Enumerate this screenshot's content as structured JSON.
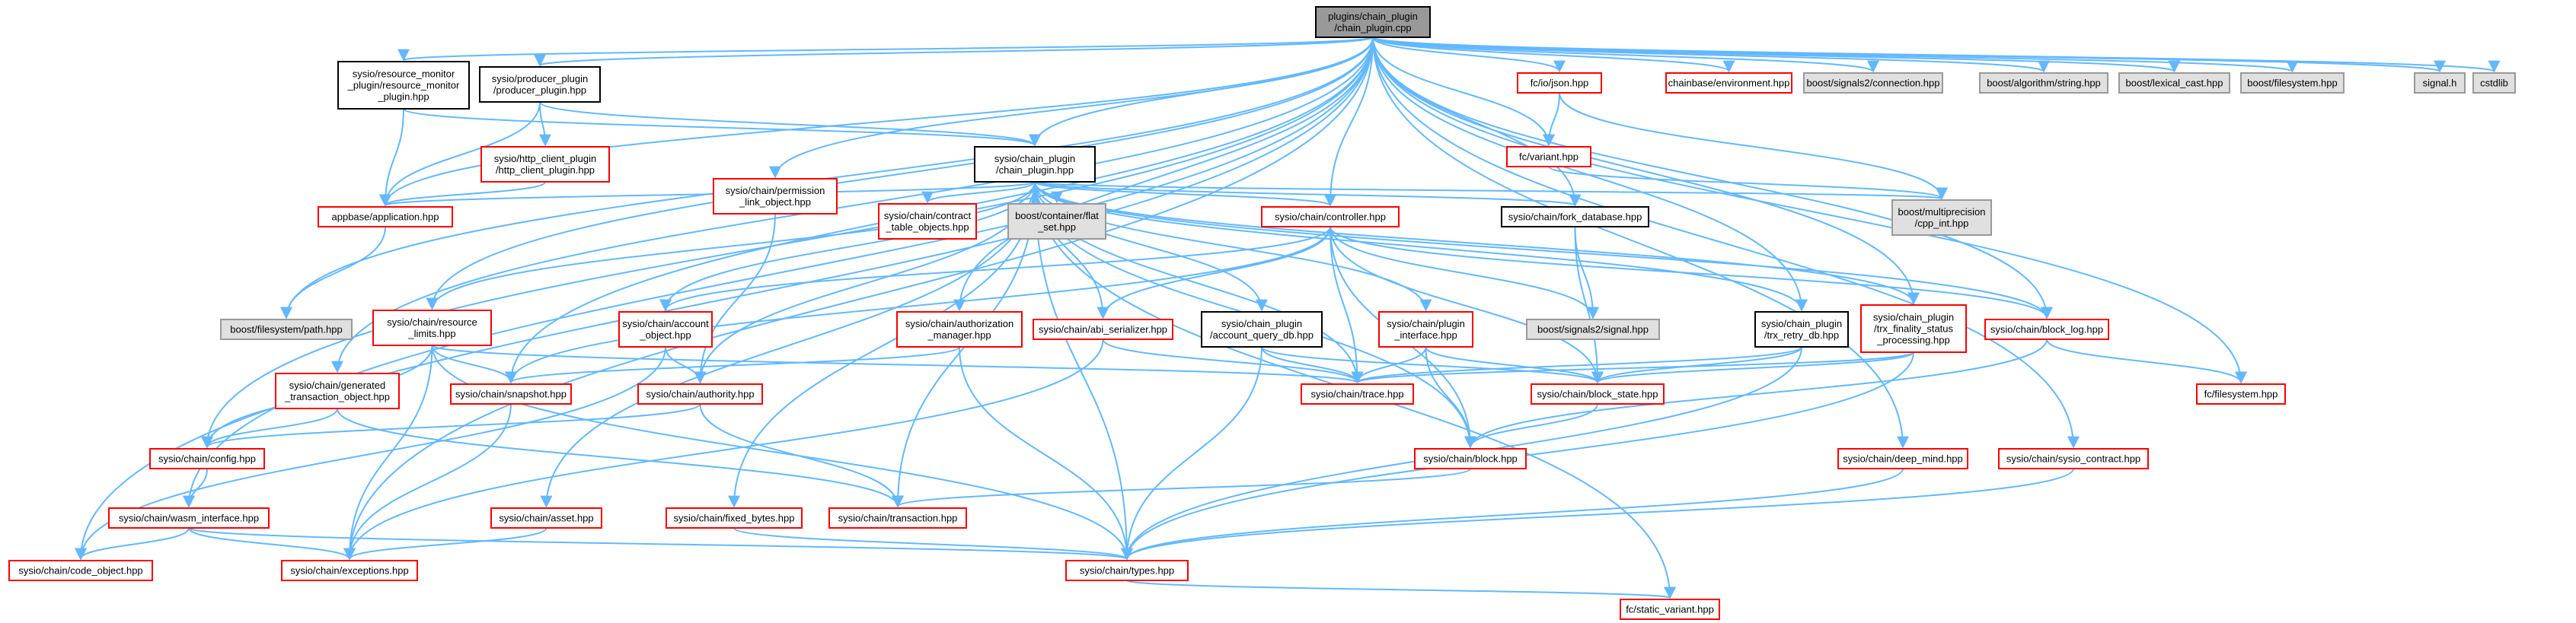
{
  "colors": {
    "root_fill": "#999999",
    "red_border": "#ff0000",
    "black_border": "#000000",
    "gray_fill": "#e0e0e0",
    "gray_border": "#999999",
    "edge": "#63b8ff"
  },
  "nodes": [
    {
      "id": "root",
      "text": "plugins/chain_plugin\n/chain_plugin.cpp",
      "style": "root"
    },
    {
      "id": "rm",
      "text": "sysio/resource_monitor\n_plugin/resource_monitor\n_plugin.hpp",
      "style": "black"
    },
    {
      "id": "pp",
      "text": "sysio/producer_plugin\n/producer_plugin.hpp",
      "style": "black"
    },
    {
      "id": "perm",
      "text": "sysio/chain/permission\n_link_object.hpp",
      "style": "red"
    },
    {
      "id": "cp",
      "text": "sysio/chain_plugin\n/chain_plugin.hpp",
      "style": "black"
    },
    {
      "id": "json",
      "text": "fc/io/json.hpp",
      "style": "red"
    },
    {
      "id": "env",
      "text": "chainbase/environment.hpp",
      "style": "red"
    },
    {
      "id": "sig2conn",
      "text": "boost/signals2/connection.hpp",
      "style": "gray"
    },
    {
      "id": "algstr",
      "text": "boost/algorithm/string.hpp",
      "style": "gray"
    },
    {
      "id": "lexcast",
      "text": "boost/lexical_cast.hpp",
      "style": "gray"
    },
    {
      "id": "bfs",
      "text": "boost/filesystem.hpp",
      "style": "gray"
    },
    {
      "id": "signalh",
      "text": "signal.h",
      "style": "gray"
    },
    {
      "id": "cstdlib",
      "text": "cstdlib",
      "style": "gray"
    },
    {
      "id": "http",
      "text": "sysio/http_client_plugin\n/http_client_plugin.hpp",
      "style": "red"
    },
    {
      "id": "variant",
      "text": "fc/variant.hpp",
      "style": "red"
    },
    {
      "id": "appbase",
      "text": "appbase/application.hpp",
      "style": "red"
    },
    {
      "id": "contract",
      "text": "sysio/chain/contract\n_table_objects.hpp",
      "style": "red"
    },
    {
      "id": "flatset",
      "text": "boost/container/flat\n_set.hpp",
      "style": "gray"
    },
    {
      "id": "controller",
      "text": "sysio/chain/controller.hpp",
      "style": "red"
    },
    {
      "id": "forkdb",
      "text": "sysio/chain/fork_database.hpp",
      "style": "black"
    },
    {
      "id": "cppint",
      "text": "boost/multiprecision\n/cpp_int.hpp",
      "style": "gray"
    },
    {
      "id": "bfspath",
      "text": "boost/filesystem/path.hpp",
      "style": "gray"
    },
    {
      "id": "reslim",
      "text": "sysio/chain/resource\n_limits.hpp",
      "style": "red"
    },
    {
      "id": "acctobj",
      "text": "sysio/chain/account\n_object.hpp",
      "style": "red"
    },
    {
      "id": "authmgr",
      "text": "sysio/chain/authorization\n_manager.hpp",
      "style": "red"
    },
    {
      "id": "abiser",
      "text": "sysio/chain/abi_serializer.hpp",
      "style": "red"
    },
    {
      "id": "aqdb",
      "text": "sysio/chain_plugin\n/account_query_db.hpp",
      "style": "black"
    },
    {
      "id": "cpiface",
      "text": "sysio/chain/plugin\n_interface.hpp",
      "style": "red"
    },
    {
      "id": "sig2sig",
      "text": "boost/signals2/signal.hpp",
      "style": "gray"
    },
    {
      "id": "trxretry",
      "text": "sysio/chain_plugin\n/trx_retry_db.hpp",
      "style": "black"
    },
    {
      "id": "trxfin",
      "text": "sysio/chain_plugin\n/trx_finality_status\n_processing.hpp",
      "style": "red"
    },
    {
      "id": "blocklog",
      "text": "sysio/chain/block_log.hpp",
      "style": "red"
    },
    {
      "id": "gentrx",
      "text": "sysio/chain/generated\n_transaction_object.hpp",
      "style": "red"
    },
    {
      "id": "snapshot",
      "text": "sysio/chain/snapshot.hpp",
      "style": "red"
    },
    {
      "id": "authority",
      "text": "sysio/chain/authority.hpp",
      "style": "red"
    },
    {
      "id": "trace",
      "text": "sysio/chain/trace.hpp",
      "style": "red"
    },
    {
      "id": "blockstate",
      "text": "sysio/chain/block_state.hpp",
      "style": "red"
    },
    {
      "id": "fcfs",
      "text": "fc/filesystem.hpp",
      "style": "red"
    },
    {
      "id": "config",
      "text": "sysio/chain/config.hpp",
      "style": "red"
    },
    {
      "id": "block",
      "text": "sysio/chain/block.hpp",
      "style": "red"
    },
    {
      "id": "deepmind",
      "text": "sysio/chain/deep_mind.hpp",
      "style": "red"
    },
    {
      "id": "sysioc",
      "text": "sysio/chain/sysio_contract.hpp",
      "style": "red"
    },
    {
      "id": "wasm",
      "text": "sysio/chain/wasm_interface.hpp",
      "style": "red"
    },
    {
      "id": "asset",
      "text": "sysio/chain/asset.hpp",
      "style": "red"
    },
    {
      "id": "fixedbytes",
      "text": "sysio/chain/fixed_bytes.hpp",
      "style": "red"
    },
    {
      "id": "transaction",
      "text": "sysio/chain/transaction.hpp",
      "style": "red"
    },
    {
      "id": "codeobj",
      "text": "sysio/chain/code_object.hpp",
      "style": "red"
    },
    {
      "id": "exceptions",
      "text": "sysio/chain/exceptions.hpp",
      "style": "red"
    },
    {
      "id": "types",
      "text": "sysio/chain/types.hpp",
      "style": "red"
    },
    {
      "id": "staticvar",
      "text": "fc/static_variant.hpp",
      "style": "red"
    }
  ],
  "edges": [
    [
      "root",
      "rm"
    ],
    [
      "root",
      "pp"
    ],
    [
      "root",
      "perm"
    ],
    [
      "root",
      "cp"
    ],
    [
      "root",
      "json"
    ],
    [
      "root",
      "env"
    ],
    [
      "root",
      "sig2conn"
    ],
    [
      "root",
      "algstr"
    ],
    [
      "root",
      "lexcast"
    ],
    [
      "root",
      "bfs"
    ],
    [
      "root",
      "signalh"
    ],
    [
      "root",
      "cstdlib"
    ],
    [
      "root",
      "variant"
    ],
    [
      "root",
      "controller"
    ],
    [
      "root",
      "forkdb"
    ],
    [
      "root",
      "trxretry"
    ],
    [
      "root",
      "trxfin"
    ],
    [
      "root",
      "blocklog"
    ],
    [
      "root",
      "fcfs"
    ],
    [
      "root",
      "deepmind"
    ],
    [
      "root",
      "sysioc"
    ],
    [
      "root",
      "authmgr"
    ],
    [
      "root",
      "gentrx"
    ],
    [
      "root",
      "snapshot"
    ],
    [
      "root",
      "config"
    ],
    [
      "root",
      "wasm"
    ],
    [
      "root",
      "codeobj"
    ],
    [
      "root",
      "exceptions"
    ],
    [
      "root",
      "bfspath"
    ],
    [
      "root",
      "reslim"
    ],
    [
      "root",
      "appbase"
    ],
    [
      "rm",
      "appbase"
    ],
    [
      "rm",
      "cp"
    ],
    [
      "pp",
      "http"
    ],
    [
      "pp",
      "appbase"
    ],
    [
      "pp",
      "cp"
    ],
    [
      "perm",
      "authority"
    ],
    [
      "http",
      "appbase"
    ],
    [
      "json",
      "variant"
    ],
    [
      "json",
      "cppint"
    ],
    [
      "variant",
      "cppint"
    ],
    [
      "appbase",
      "bfspath"
    ],
    [
      "cp",
      "appbase"
    ],
    [
      "cp",
      "contract"
    ],
    [
      "cp",
      "flatset"
    ],
    [
      "cp",
      "controller"
    ],
    [
      "cp",
      "forkdb"
    ],
    [
      "cp",
      "cppint"
    ],
    [
      "cp",
      "reslim"
    ],
    [
      "cp",
      "acctobj"
    ],
    [
      "cp",
      "abiser"
    ],
    [
      "cp",
      "aqdb"
    ],
    [
      "cp",
      "cpiface"
    ],
    [
      "cp",
      "trxretry"
    ],
    [
      "cp",
      "trxfin"
    ],
    [
      "cp",
      "blocklog"
    ],
    [
      "cp",
      "authority"
    ],
    [
      "cp",
      "asset"
    ],
    [
      "cp",
      "fixedbytes"
    ],
    [
      "cp",
      "types"
    ],
    [
      "cp",
      "block"
    ],
    [
      "cp",
      "staticvar"
    ],
    [
      "cp",
      "transaction"
    ],
    [
      "cp",
      "trace"
    ],
    [
      "controller",
      "sig2sig"
    ],
    [
      "controller",
      "acctobj"
    ],
    [
      "controller",
      "abiser"
    ],
    [
      "controller",
      "snapshot"
    ],
    [
      "controller",
      "trace"
    ],
    [
      "controller",
      "blockstate"
    ],
    [
      "controller",
      "blocklog"
    ],
    [
      "controller",
      "block"
    ],
    [
      "forkdb",
      "sig2sig"
    ],
    [
      "forkdb",
      "blockstate"
    ],
    [
      "reslim",
      "snapshot"
    ],
    [
      "reslim",
      "config"
    ],
    [
      "reslim",
      "trace"
    ],
    [
      "reslim",
      "exceptions"
    ],
    [
      "reslim",
      "types"
    ],
    [
      "acctobj",
      "authority"
    ],
    [
      "acctobj",
      "codeobj"
    ],
    [
      "authmgr",
      "snapshot"
    ],
    [
      "authmgr",
      "types"
    ],
    [
      "abiser",
      "trace"
    ],
    [
      "abiser",
      "exceptions"
    ],
    [
      "aqdb",
      "trace"
    ],
    [
      "aqdb",
      "blockstate"
    ],
    [
      "aqdb",
      "types"
    ],
    [
      "cpiface",
      "trace"
    ],
    [
      "cpiface",
      "blockstate"
    ],
    [
      "cpiface",
      "block"
    ],
    [
      "trxretry",
      "trace"
    ],
    [
      "trxretry",
      "blockstate"
    ],
    [
      "trxretry",
      "types"
    ],
    [
      "trxfin",
      "trace"
    ],
    [
      "trxfin",
      "blockstate"
    ],
    [
      "trxfin",
      "types"
    ],
    [
      "blocklog",
      "fcfs"
    ],
    [
      "blocklog",
      "block"
    ],
    [
      "gentrx",
      "config"
    ],
    [
      "gentrx",
      "transaction"
    ],
    [
      "snapshot",
      "exceptions"
    ],
    [
      "authority",
      "config"
    ],
    [
      "authority",
      "transaction"
    ],
    [
      "blockstate",
      "block"
    ],
    [
      "block",
      "transaction"
    ],
    [
      "config",
      "wasm"
    ],
    [
      "wasm",
      "codeobj"
    ],
    [
      "wasm",
      "exceptions"
    ],
    [
      "wasm",
      "types"
    ],
    [
      "asset",
      "exceptions"
    ],
    [
      "fixedbytes",
      "types"
    ],
    [
      "deepmind",
      "types"
    ],
    [
      "sysioc",
      "types"
    ],
    [
      "types",
      "staticvar"
    ]
  ]
}
